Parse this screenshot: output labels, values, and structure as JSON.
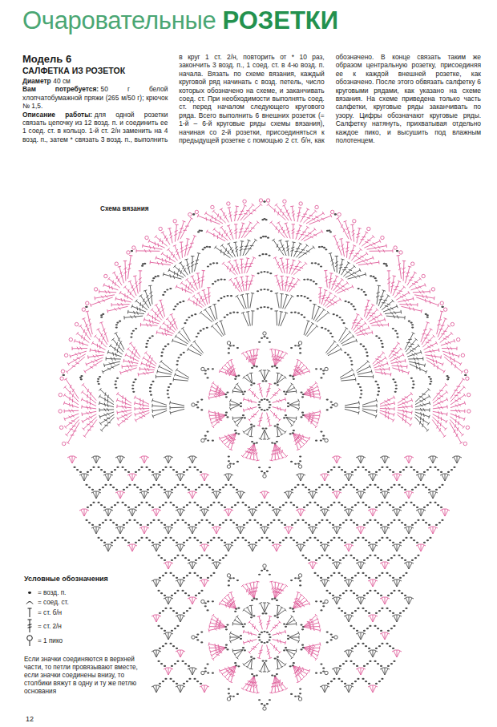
{
  "diagram": {
    "title": "Очаровательные",
    "labels": [
      "РОЗЕТКИ",
      "Модель 6",
      "САЛФЕТКА ИЗ РОЗЕТОК",
      "Диаметр",
      "40 см",
      "Вам потребуется:",
      "50 г белой хлопчатобумажной пряжи (265 м/50 г); крючок № 1,5.",
      "Описание работы:",
      "для одной розетки связать цепочку из 12 возд. п. и соединить ее 1 соед. ст. в кольцо. 1-й ст. 2/н заменить на 4 возд. п., затем * связать 3 возд. п., выполнить в круг 1 ст. 2/н, повторить от * 10 раз, закончить 3 возд. п., 1 соед. ст. в 4-ю возд. п. начала. Вязать по схеме вязания, каждый круговой ряд начинать с возд. петель, число которых обозначено на схеме, и заканчивать соед. ст. При необходимости выполнять соед. ст. перед началом следующего кругового ряда. Всего выполнить 6 внешних розеток (= 1-й – 6-й круговые ряды схемы вязания), начиная со 2-й розетки, присоединяться к предыдущей розетке с помощью 2 ст. б/н, как обозначено. В конце связать таким же образом центральную розетку, присоединяя ее к каждой внешней розетке, как обозначено. После этого обвязать салфетку 6 круговыми рядами, как указано на схеме вязания. На схеме приведена только часть салфетки, круговые ряды заканчивать по узору. Цифры обозначают круговые ряды. Салфетку натянуть, прихватывая отдельно каждое пико, и высушить под влажным полотенцем.",
      "Схема вязания",
      "Условные обозначения",
      "Если значки соединяются в верхней части, то петли провязывают вместе, если значки соединены внизу, то столбики вяжут в одну и ту же петлю основания",
      "12"
    ],
    "legend": [
      {
        "text": "= возд. п."
      },
      {
        "text": "= соед. ст."
      },
      {
        "text": "= ст. б/н"
      },
      {
        "text": "= ст. 2/н"
      },
      {
        "text": "= 1 пико"
      }
    ]
  }
}
